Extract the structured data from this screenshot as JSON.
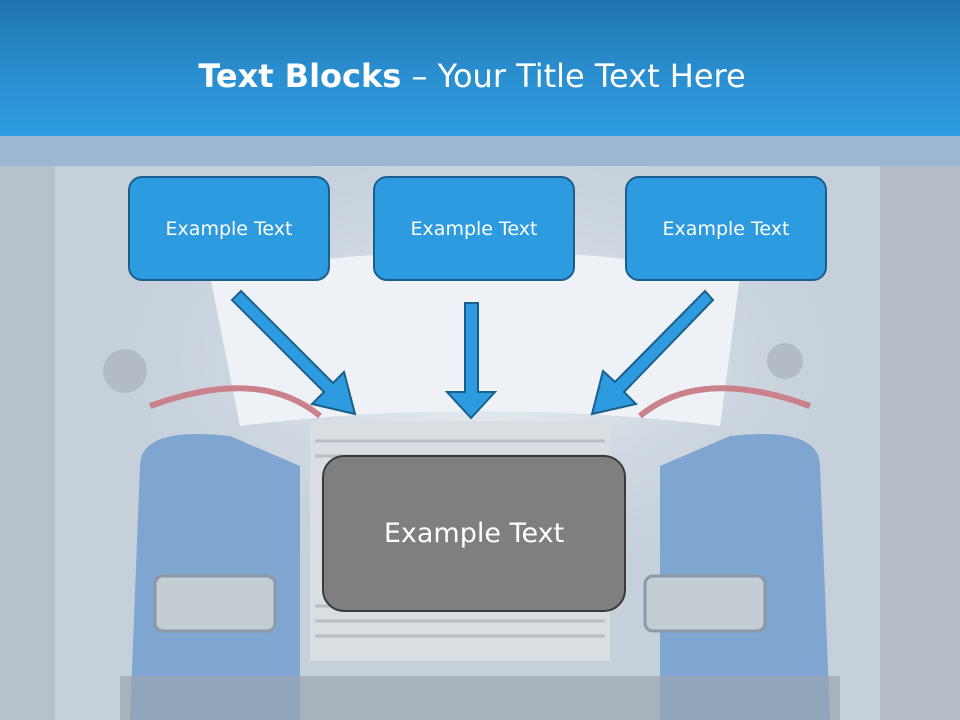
{
  "title": {
    "bold": "Text Blocks",
    "dash": " – ",
    "rest": "Your Title Text Here"
  },
  "blocks": [
    {
      "label": "Example Text"
    },
    {
      "label": "Example Text"
    },
    {
      "label": "Example Text"
    }
  ],
  "center_block": {
    "label": "Example Text"
  },
  "colors": {
    "header": "#2a8fd0",
    "block_fill": "#2d9be0",
    "block_border": "#1b5f8c",
    "center_fill": "#7f7f7f",
    "arrow": "#2d9be0"
  },
  "background": "faded photo of the front of a blue truck"
}
